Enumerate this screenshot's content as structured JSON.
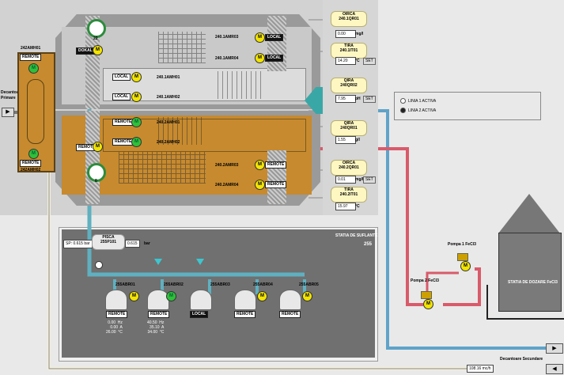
{
  "left_column": {
    "top_tag": "242AMH01",
    "top_mode": "REMOTE",
    "bottom_mode": "REMOTE",
    "bottom_tag": "242AMH02",
    "inlet_label_1": "Decantoare",
    "inlet_label_2": "Primare"
  },
  "line1": {
    "gauge_value": "22",
    "aerator_1": {
      "mode": "LOCAL",
      "tag": "240.1AMR03"
    },
    "aerator_2": {
      "mode": "LOCAL",
      "tag": "240.1AMR04"
    },
    "bridge_mode": "DOKAL",
    "mixer_1": {
      "mode": "LOCAL",
      "tag": "240.1AMH01"
    },
    "mixer_2": {
      "mode": "LOCAL",
      "tag": "240.1AMH02"
    }
  },
  "line2": {
    "gauge_value": "0",
    "bridge_mode": "REMOTE",
    "mixer_1": {
      "mode": "REMOTE",
      "tag": "240.2AMH01"
    },
    "mixer_2": {
      "mode": "REMOTE",
      "tag": "240.2AMH02"
    },
    "aerator_1": {
      "mode": "REMOTE",
      "tag": "240.2AMR03"
    },
    "aerator_2": {
      "mode": "REMOTE",
      "tag": "240.2AMR04"
    }
  },
  "instruments": [
    {
      "cap1": "OIRCA",
      "cap2": "240.1QR01",
      "value": "0.00",
      "unit": "mg/l",
      "set": ""
    },
    {
      "cap1": "TIRA",
      "cap2": "240.1IT01",
      "value": "14.20",
      "unit": "°C",
      "set": "SET"
    },
    {
      "cap1": "QIRA",
      "cap2": "240QR02",
      "value": "7.95",
      "unit": "pH",
      "set": "SET"
    },
    {
      "cap1": "QIRA",
      "cap2": "240QR01",
      "value": "1.55",
      "unit": "g/l",
      "set": ""
    },
    {
      "cap1": "OIRCA",
      "cap2": "240.2QR01",
      "value": "0.01",
      "unit": "mg/l",
      "set": "SET"
    },
    {
      "cap1": "TIRA",
      "cap2": "240.2IT01",
      "value": "15.97",
      "unit": "°C",
      "set": ""
    }
  ],
  "line_selector": {
    "option_1": "LINIA 1 ACTIVA",
    "option_2": "LINIA 2 ACTIVA",
    "selected": 2
  },
  "blower_station": {
    "title": "STATIA DE SUFLANTE",
    "number": "255",
    "sp_label": "SP:",
    "sp_value": "0.615",
    "sp_unit": "bar",
    "pisca_label": "PISCA",
    "pisca_tag": "255P101",
    "pisca_value": "0.615",
    "pisca_unit": "bar",
    "blowers": [
      {
        "tag": "255ABR01",
        "mode": "REMOTE",
        "status": "M",
        "readout": "0.00  Hz\n0.00  A\n26.00  °C"
      },
      {
        "tag": "255ABR02",
        "mode": "REMOTE",
        "status": "M",
        "readout": "40.50  Hz\n35.10  A\n34.00  °C"
      },
      {
        "tag": "255ABR03",
        "mode": "LOCAL",
        "status": "",
        "readout": ""
      },
      {
        "tag": "255ABR04",
        "mode": "REMOTE",
        "status": "M",
        "readout": ""
      },
      {
        "tag": "255ABR05",
        "mode": "REMOTE",
        "status": "M",
        "readout": ""
      }
    ]
  },
  "dosing": {
    "pump_1": "Pompa 1 FeCl3",
    "pump_2": "Pompa 2 FeCl3",
    "station_label": "STATIA DE DOZARE FeCl3"
  },
  "outlet": {
    "label": "Decantoare Secundare",
    "flow_value": "108.16 mc/h"
  },
  "colors": {
    "basin": "#c78a2e",
    "concrete": "#9a9a9a",
    "water_pipe": "#5fa3c9",
    "chem_pipe": "#d95a6a",
    "panel": "#6e6e6e"
  }
}
